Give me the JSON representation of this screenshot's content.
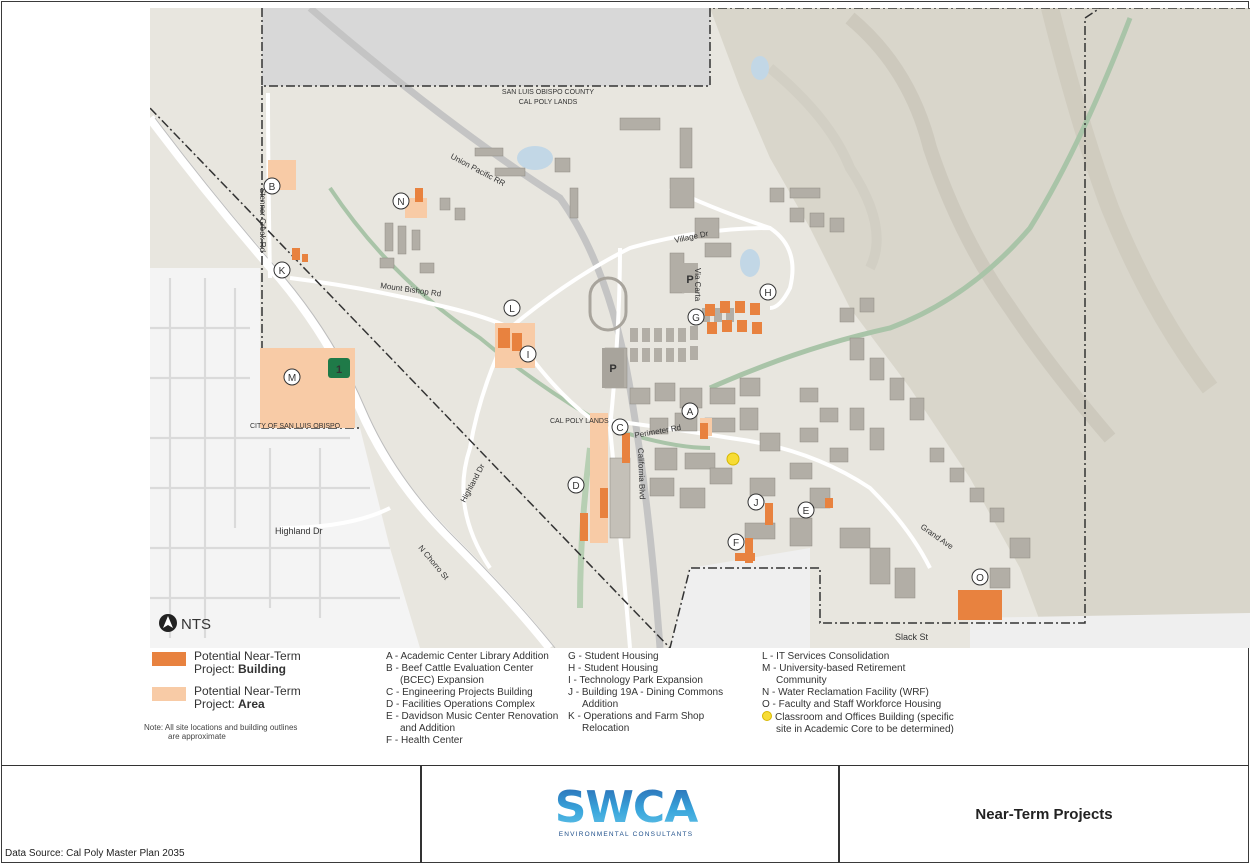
{
  "map": {
    "labels": {
      "county_line": "SAN LUIS OBISPO COUNTY",
      "cal_poly_lands_top": "CAL POLY LANDS",
      "cal_poly_lands_lower": "CAL POLY LANDS",
      "city": "CITY OF SAN LUIS OBISPO",
      "union_pacific": "Union Pacific RR",
      "stenner_creek": "Stenner Creek Rd",
      "mount_bishop": "Mount Bishop Rd",
      "village_dr": "Village Dr",
      "via_carta": "Via Carta",
      "highland_dr_curve": "Highland Dr",
      "highland_dr_city": "Highland Dr",
      "california_blvd": "California Blvd",
      "perimeter_rd": "Perimeter Rd",
      "n_chorro": "N Chorro St",
      "grand_ave": "Grand Ave",
      "slack_st": "Slack St",
      "hwy_shield": "1",
      "parking_1": "P",
      "parking_2": "P",
      "nts": "NTS"
    },
    "markers": [
      {
        "id": "A",
        "label": "A"
      },
      {
        "id": "B",
        "label": "B"
      },
      {
        "id": "C",
        "label": "C"
      },
      {
        "id": "D",
        "label": "D"
      },
      {
        "id": "E",
        "label": "E"
      },
      {
        "id": "F",
        "label": "F"
      },
      {
        "id": "G",
        "label": "G"
      },
      {
        "id": "H",
        "label": "H"
      },
      {
        "id": "I",
        "label": "I"
      },
      {
        "id": "J",
        "label": "J"
      },
      {
        "id": "K",
        "label": "K"
      },
      {
        "id": "L",
        "label": "L"
      },
      {
        "id": "M",
        "label": "M"
      },
      {
        "id": "N",
        "label": "N"
      },
      {
        "id": "O",
        "label": "O"
      }
    ]
  },
  "legend": {
    "building_l1": "Potential Near-Term",
    "building_l2_prefix": "Project: ",
    "building_l2_bold": "Building",
    "area_l1": "Potential Near-Term",
    "area_l2_prefix": "Project: ",
    "area_l2_bold": "Area",
    "note_l1": "Note: All site locations and building outlines",
    "note_l2": "are approximate",
    "col1": [
      "A - Academic Center Library Addition",
      "B - Beef Cattle Evaluation Center",
      "(BCEC) Expansion",
      "C - Engineering Projects Building",
      "D - Facilities Operations Complex",
      "E - Davidson Music Center Renovation",
      "and Addition",
      "F - Health Center"
    ],
    "col2": [
      "G - Student Housing",
      "H - Student Housing",
      "I -  Technology Park Expansion",
      "J - Building 19A - Dining Commons",
      "Addition",
      "K - Operations and Farm Shop",
      "Relocation"
    ],
    "col3": [
      "L - IT Services Consolidation",
      "M - University-based Retirement",
      "Community",
      "N - Water Reclamation Facility (WRF)",
      "O - Faculty and Staff Workforce Housing",
      "Classroom and Offices Building (specific",
      "site in Academic Core to be determined)"
    ],
    "colors": {
      "building": "#e8823f",
      "area": "#f8cba6",
      "classroom_marker": "#f7dc35"
    }
  },
  "footer": {
    "data_source": "Data Source: Cal Poly Master Plan 2035",
    "logo_text": "SWCA",
    "logo_sub": "ENVIRONMENTAL CONSULTANTS",
    "title": "Near-Term Projects"
  }
}
